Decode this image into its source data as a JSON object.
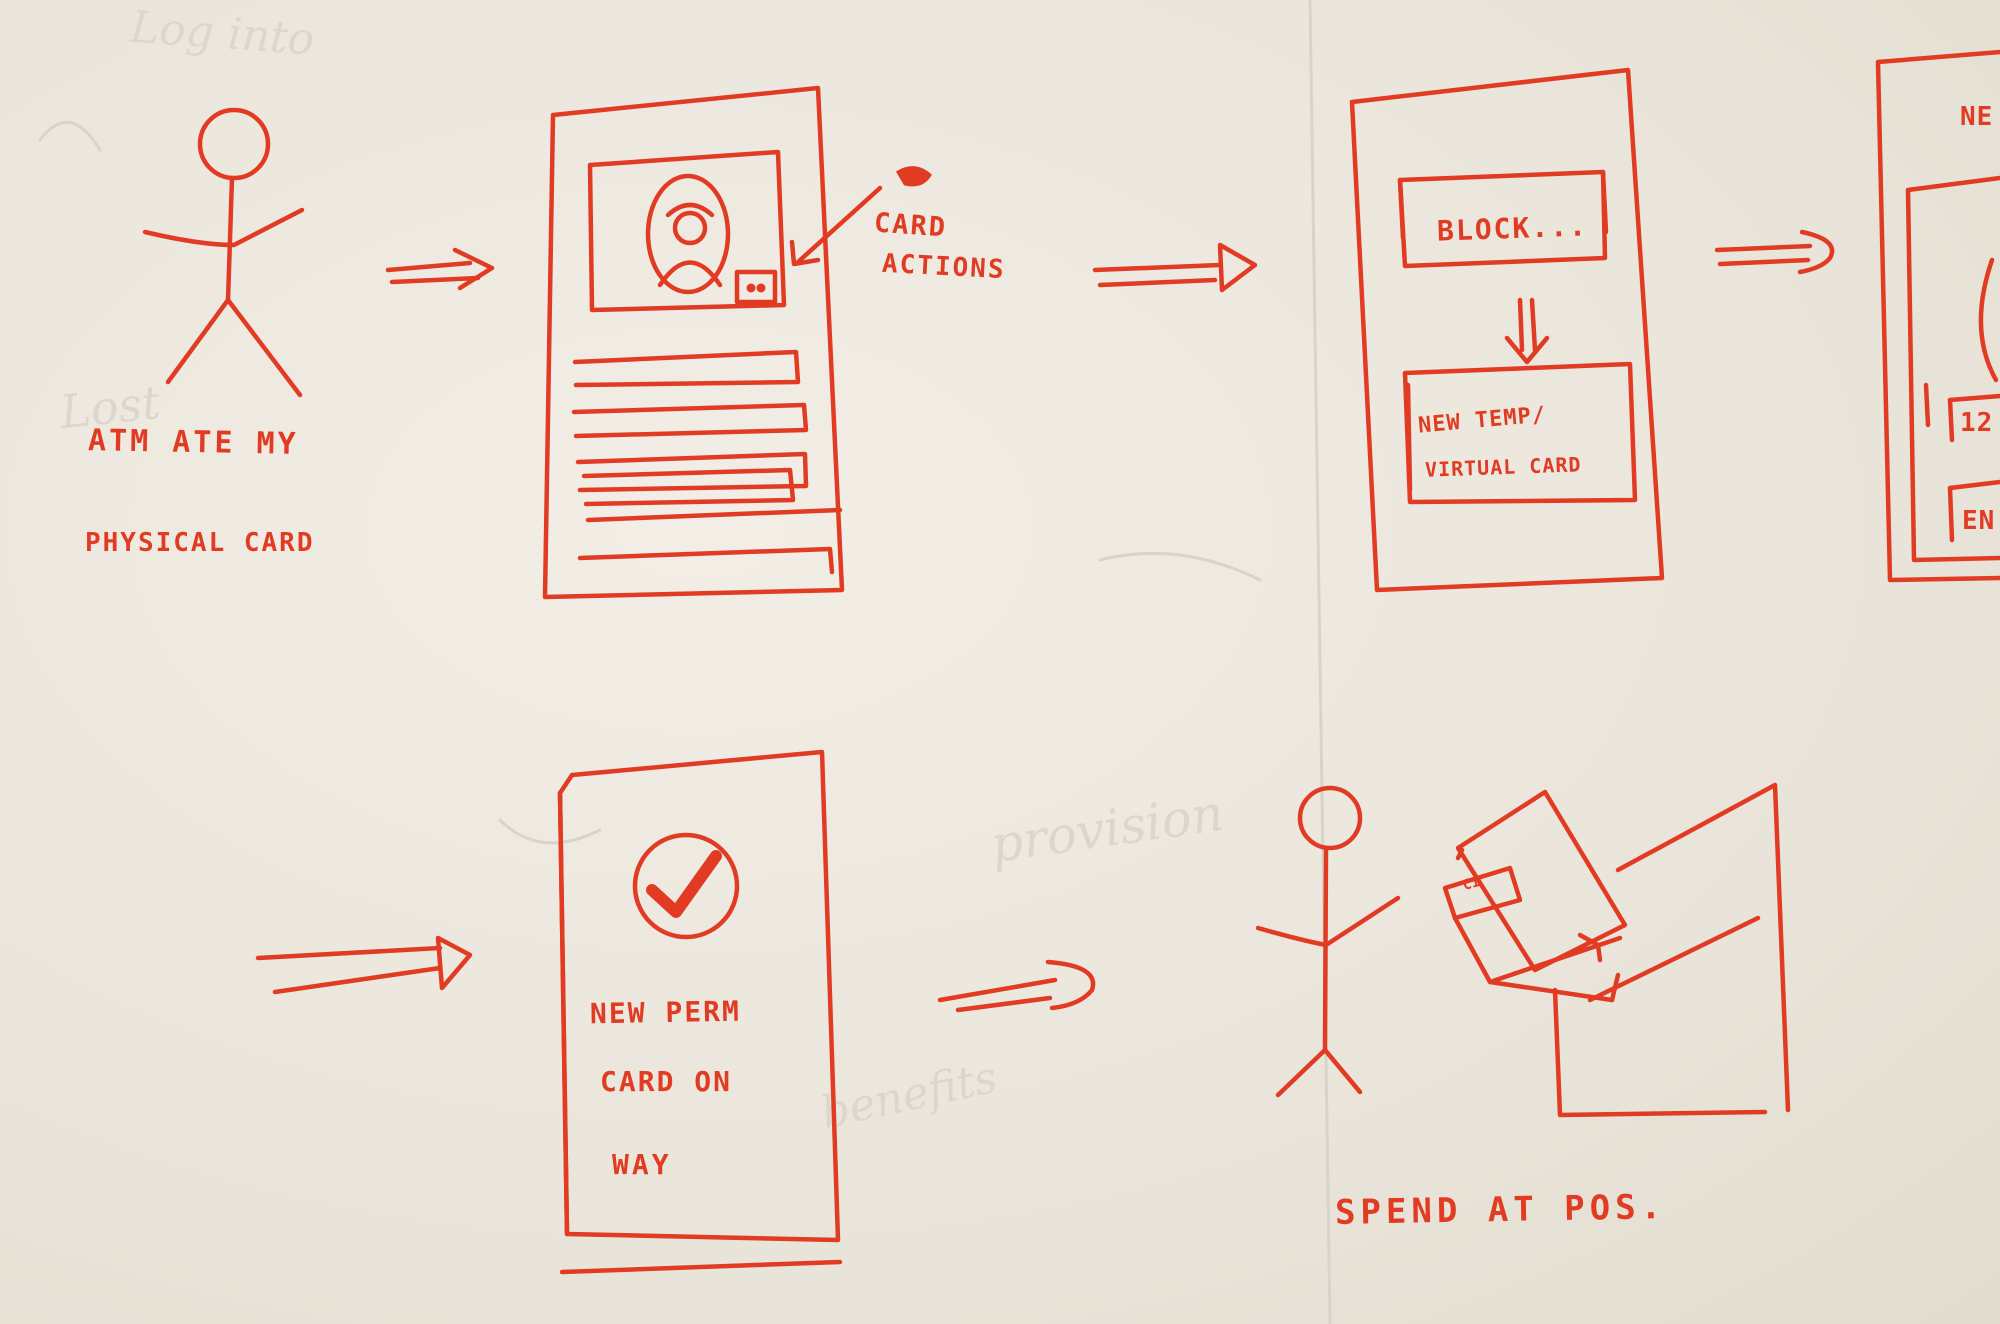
{
  "labels": {
    "step1_line1": "ATM ATE MY",
    "step1_line2": "PHYSICAL CARD",
    "card_actions_line1": "CARD",
    "card_actions_line2": "ACTIONS",
    "block": "BLOCK...",
    "new_temp_line1": "NEW TEMP/",
    "new_temp_line2": "VIRTUAL CARD",
    "partial_ne": "NE",
    "partial_12": "12",
    "partial_en": "EN",
    "card_icon": "C1",
    "new_perm_line1": "NEW PERM",
    "new_perm_line2": "CARD ON",
    "new_perm_line3": "WAY",
    "spend": "SPEND AT POS."
  },
  "background_notes": {
    "g1": "Log into",
    "g2": "Lost",
    "g3": "provision",
    "g4": "benefits"
  },
  "colors": {
    "ink": "#e23b23",
    "paper": "#efeae1"
  }
}
